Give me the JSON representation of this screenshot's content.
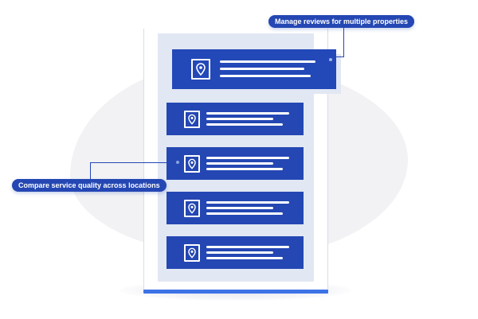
{
  "callouts": {
    "top": "Manage reviews for multiple properties",
    "left": "Compare service quality across locations"
  },
  "cards": [
    {
      "icon": "location-pin-icon",
      "lines": 3
    },
    {
      "icon": "location-pin-icon",
      "lines": 3
    },
    {
      "icon": "location-pin-icon",
      "lines": 3
    },
    {
      "icon": "location-pin-icon",
      "lines": 3
    },
    {
      "icon": "location-pin-icon",
      "lines": 3
    }
  ],
  "colors": {
    "card": "#2447b3",
    "accent": "#3d73e6",
    "panel": "#e1e7f3",
    "background_blob": "#f2f2f5"
  }
}
